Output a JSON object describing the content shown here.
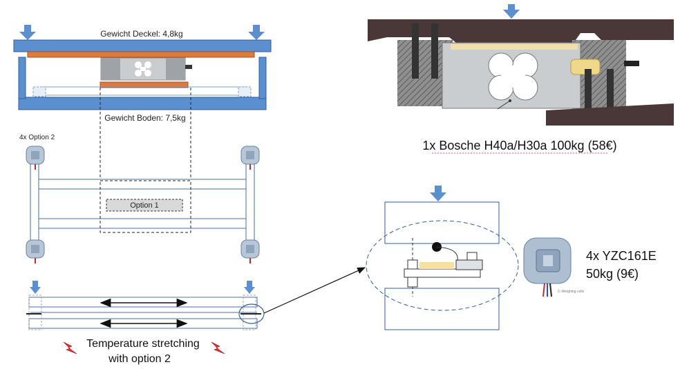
{
  "labels": {
    "weight_lid": "Gewicht Deckel: 4,8kg",
    "weight_floor": "Gewicht Boden: 7,5kg",
    "option2_count": "4x Option 2",
    "option1": "Option 1",
    "temp_line1": "Temperature stretching",
    "temp_line2": "with option 2",
    "bosche_caption": "1x Bosche H40a/H30a 100kg (58€)",
    "yzc_line1": "4x  YZC161E",
    "yzc_line2": "50kg (9€)",
    "yzc_watermark": "Ⓢ·Weighing·cells"
  },
  "colors": {
    "blue_fill": "#5b8fd0",
    "blue_stroke": "#2f5d9a",
    "orange": "#e07a3a",
    "dark_plate": "#4a3838",
    "sensor_grey": "#c9cdd0",
    "bg_white": "#ffffff"
  }
}
